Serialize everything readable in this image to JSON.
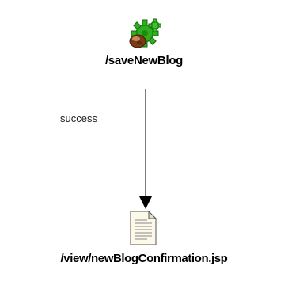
{
  "diagram": {
    "action_node": {
      "label": "/saveNewBlog",
      "icon": "gears-icon"
    },
    "transition": {
      "label": "success"
    },
    "view_node": {
      "label": "/view/newBlogConfirmation.jsp",
      "icon": "document-icon"
    }
  }
}
